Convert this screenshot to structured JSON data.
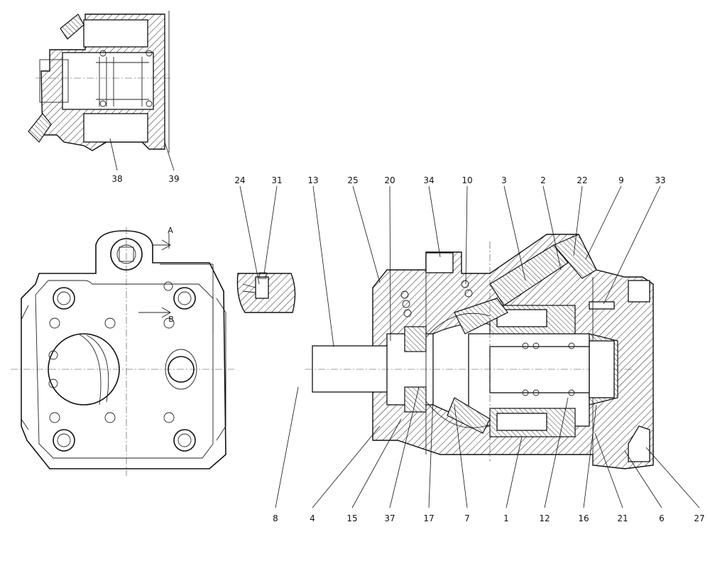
{
  "view_labels": {
    "section_a": "A",
    "section_b": "B"
  },
  "callouts_top": [
    "24",
    "31",
    "13",
    "25",
    "20",
    "34",
    "10",
    "3",
    "2",
    "22",
    "9",
    "33"
  ],
  "callouts_bottom": [
    "8",
    "4",
    "15",
    "37",
    "17",
    "7",
    "1",
    "12",
    "16",
    "21",
    "6",
    "27"
  ],
  "callouts_inset": [
    "38",
    "39"
  ],
  "colors": {
    "line": "#111111",
    "background": "#ffffff"
  }
}
